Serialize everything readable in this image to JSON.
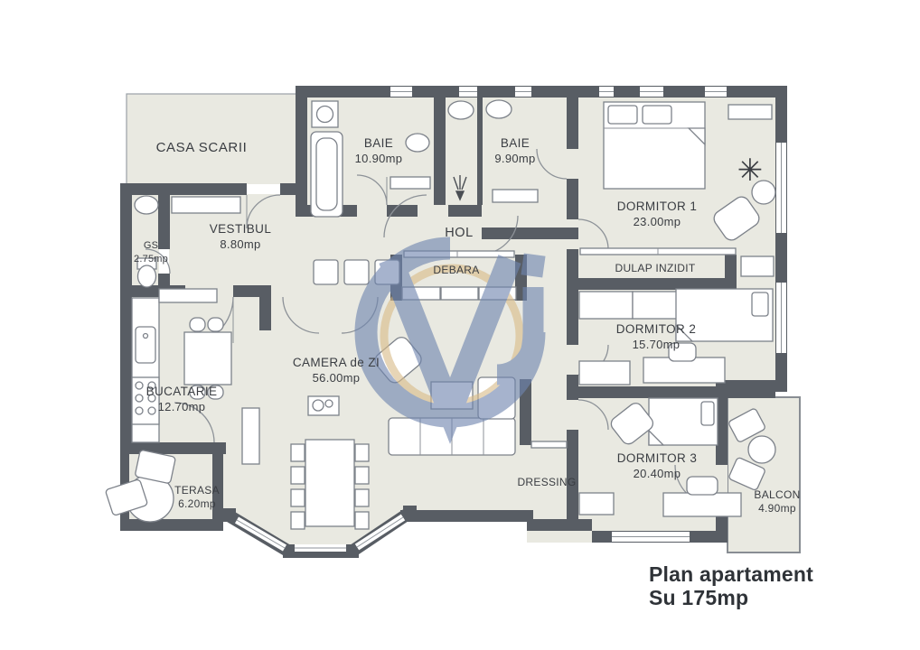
{
  "plan": {
    "title_line1": "Plan apartament",
    "title_line2": "Su 175mp"
  },
  "rooms": {
    "casa_scarii": {
      "name": "CASA SCARII",
      "area": ""
    },
    "baie_1": {
      "name": "BAIE",
      "area": "10.90mp"
    },
    "baie_2": {
      "name": "BAIE",
      "area": "9.90mp"
    },
    "dormitor_1": {
      "name": "DORMITOR 1",
      "area": "23.00mp"
    },
    "vestibul": {
      "name": "VESTIBUL",
      "area": "8.80mp"
    },
    "gs": {
      "name": "GS",
      "area": "2.75mp"
    },
    "hol": {
      "name": "HOL",
      "area": ""
    },
    "debara": {
      "name": "DEBARA",
      "area": ""
    },
    "dulap": {
      "name": "DULAP INZIDIT",
      "area": ""
    },
    "dormitor_2": {
      "name": "DORMITOR 2",
      "area": "15.70mp"
    },
    "camera_de_zi": {
      "name": "CAMERA de ZI",
      "area": "56.00mp"
    },
    "bucatarie": {
      "name": "BUCATARIE",
      "area": "12.70mp"
    },
    "terasa": {
      "name": "TERASA",
      "area": "6.20mp"
    },
    "dressing": {
      "name": "DRESSING",
      "area": ""
    },
    "dormitor_3": {
      "name": "DORMITOR 3",
      "area": "20.40mp"
    },
    "balcon": {
      "name": "BALCON",
      "area": "4.90mp"
    }
  },
  "icons": {
    "plant": "✳"
  },
  "colors": {
    "wall": "#585d64",
    "floor": "#e9e9e1",
    "watermark_blue": "#7086b0",
    "watermark_gold": "#d9bc8a"
  }
}
